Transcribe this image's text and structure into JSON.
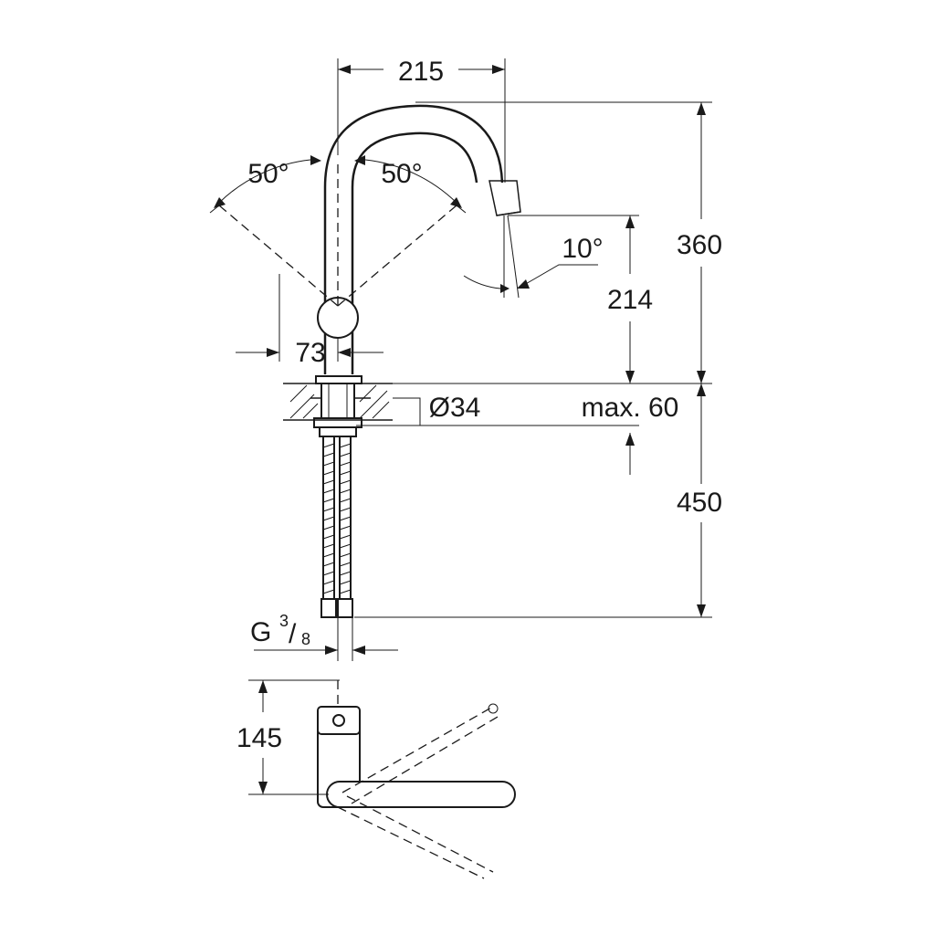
{
  "dimensions": {
    "spout_reach": "215",
    "swivel_angle_left": "50°",
    "swivel_angle_right": "50°",
    "spout_tilt_angle": "10°",
    "total_height": "360",
    "spout_height": "214",
    "lever_offset": "73",
    "hole_diameter": "Ø34",
    "max_thickness": "max. 60",
    "hose_length": "450",
    "connection_thread_prefix": "G",
    "connection_thread_numerator": "3",
    "connection_thread_slash": "/",
    "connection_thread_denominator": "8",
    "top_view_depth": "145"
  },
  "colors": {
    "line": "#1a1a1a",
    "background": "#ffffff"
  }
}
